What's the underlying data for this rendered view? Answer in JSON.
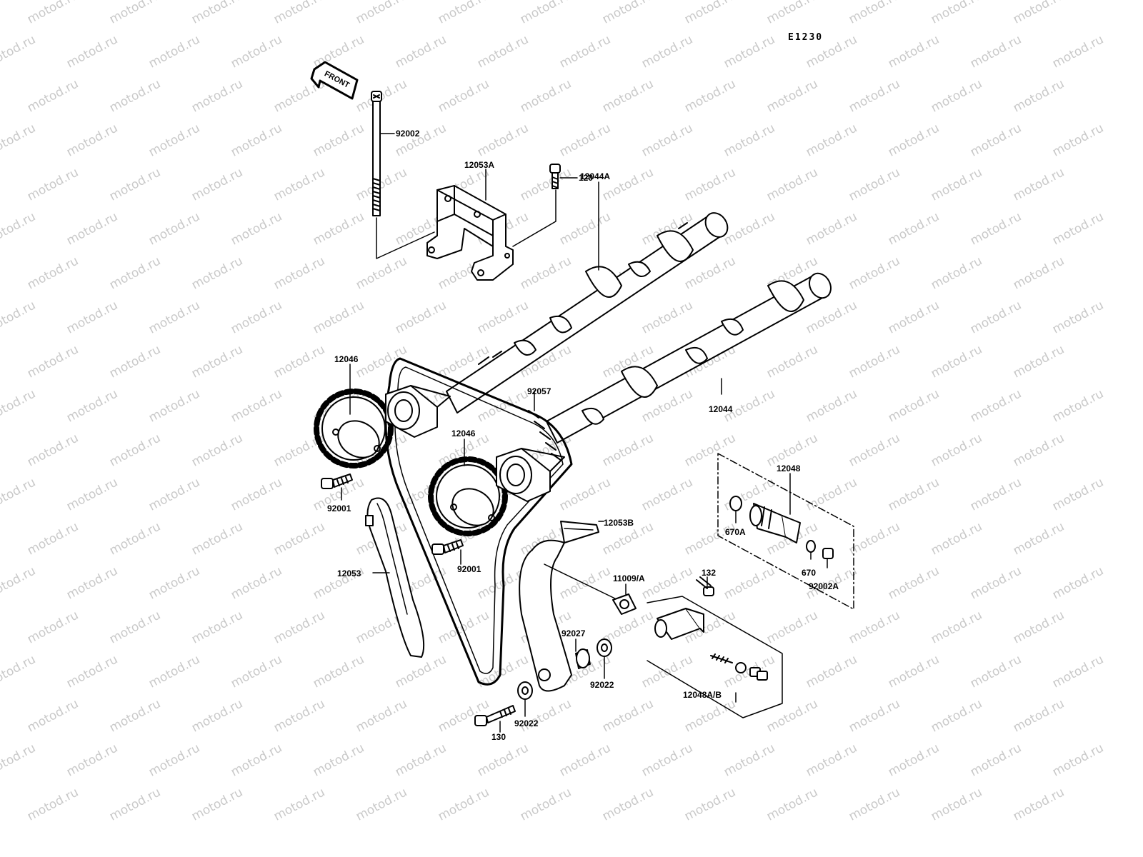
{
  "diagram": {
    "code": "E1230",
    "watermark": "motod.ru",
    "front_label": "FRONT",
    "colors": {
      "line": "#000000",
      "background": "#ffffff",
      "watermark": "#c9c9c9"
    },
    "parts": [
      {
        "id": "p-92002",
        "label": "92002"
      },
      {
        "id": "p-12053A",
        "label": "12053A"
      },
      {
        "id": "p-120",
        "label": "120"
      },
      {
        "id": "p-12044A",
        "label": "12044A"
      },
      {
        "id": "p-12046-left",
        "label": "12046"
      },
      {
        "id": "p-92057",
        "label": "92057"
      },
      {
        "id": "p-12044",
        "label": "12044"
      },
      {
        "id": "p-12046-right",
        "label": "12046"
      },
      {
        "id": "p-12048",
        "label": "12048"
      },
      {
        "id": "p-92001-left",
        "label": "92001"
      },
      {
        "id": "p-12053B",
        "label": "12053B"
      },
      {
        "id": "p-670A",
        "label": "670A"
      },
      {
        "id": "p-92001-right",
        "label": "92001"
      },
      {
        "id": "p-670",
        "label": "670"
      },
      {
        "id": "p-132",
        "label": "132"
      },
      {
        "id": "p-92002A",
        "label": "92002A"
      },
      {
        "id": "p-11009A",
        "label": "11009/A"
      },
      {
        "id": "p-12053",
        "label": "12053"
      },
      {
        "id": "p-92027",
        "label": "92027"
      },
      {
        "id": "p-92022-right",
        "label": "92022"
      },
      {
        "id": "p-12048AB",
        "label": "12048A/B"
      },
      {
        "id": "p-92022-left",
        "label": "92022"
      },
      {
        "id": "p-130",
        "label": "130"
      }
    ]
  }
}
